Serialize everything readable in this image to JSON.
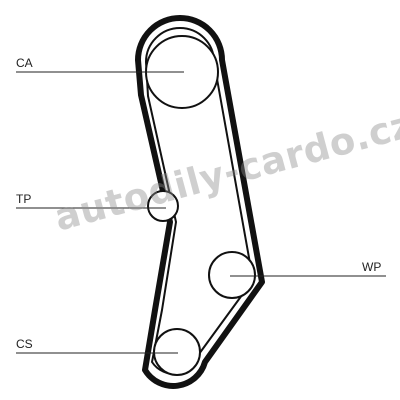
{
  "labels": {
    "ca": "CA",
    "tp": "TP",
    "wp": "WP",
    "cs": "CS"
  },
  "watermark": "autodily-cardo.cz",
  "colors": {
    "belt": "#111111",
    "leader": "#222222",
    "watermark": "#8c8c8c"
  }
}
